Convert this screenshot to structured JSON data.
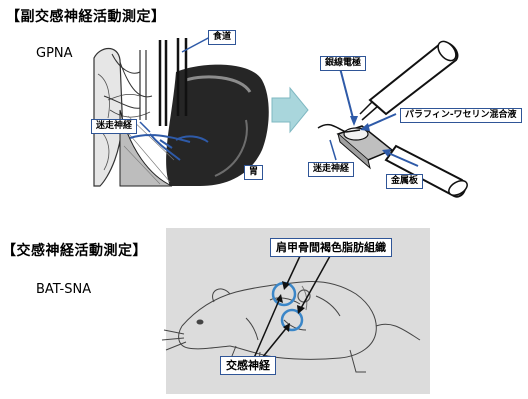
{
  "section1": {
    "heading": "【副交感神経活動測定】",
    "code": "GPNA",
    "labels": {
      "esophagus": "食道",
      "vagus_left": "迷走神経",
      "stomach": "胃",
      "electrode": "銀線電極",
      "paraffin": "パラフィン-ワセリン混合液",
      "vagus_right": "迷走神経",
      "metal_plate": "金属板"
    }
  },
  "section2": {
    "heading": "【交感神経活動測定】",
    "code": "BAT-SNA",
    "labels": {
      "bat": "肩甲骨間褐色脂肪組織",
      "sympathetic": "交感神経"
    }
  },
  "colors": {
    "callout_border": "#2f5597",
    "arrow_blue": "#2e5aa8",
    "circle_blue": "#3a86c8",
    "transition_arrow": "#a9d6dc",
    "rat_panel_bg": "#dcdcdc"
  }
}
